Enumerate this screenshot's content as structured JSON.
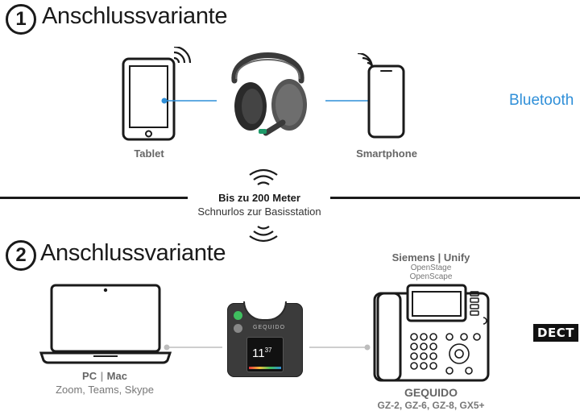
{
  "section1": {
    "number": "1",
    "title": "Anschlussvariante"
  },
  "section2": {
    "number": "2",
    "title": "Anschlussvariante"
  },
  "devices1": {
    "tablet_label": "Tablet",
    "smartphone_label": "Smartphone",
    "bluetooth_label": "Bluetooth"
  },
  "range": {
    "title": "Bis zu 200 Meter",
    "subtitle": "Schnurlos zur Basisstation"
  },
  "devices2": {
    "pc_label_pc": "PC",
    "pc_label_sep": "|",
    "pc_label_mac": "Mac",
    "pc_apps": "Zoom, Teams, Skype",
    "base_brand": "GEQUIDO",
    "base_time": "11",
    "base_time_min": "37",
    "phone_vendor": "Siemens | Unify",
    "phone_model1": "OpenStage",
    "phone_model2": "OpenScape",
    "phone_brand": "GEQUIDO",
    "phone_models": "GZ-2, GZ-6, GZ-8, GX5+",
    "dect_label": "DECT"
  },
  "colors": {
    "bluetooth_accent": "#2f8fd8",
    "connector_grey": "#bdbdbd",
    "outline": "#1a1a1a"
  }
}
